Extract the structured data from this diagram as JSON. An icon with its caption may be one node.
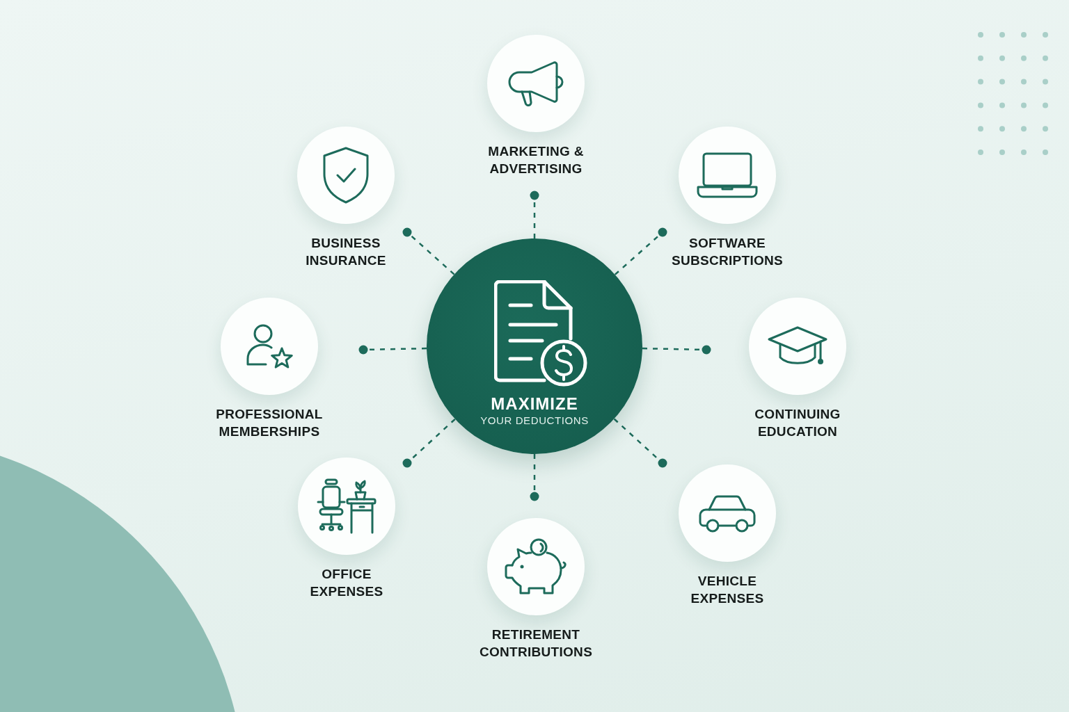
{
  "diagram": {
    "nodes": [
      {
        "text": [
          "MAXIMIZE",
          "YOUR DEDUCTIONS"
        ]
      },
      {
        "text": [
          "MARKETING & ADVERTISING"
        ]
      },
      {
        "text": [
          "SOFTWARE SUBSCRIPTIONS"
        ]
      },
      {
        "text": [
          "CONTINUING EDUCATION"
        ]
      },
      {
        "text": [
          "VEHICLE EXPENSES"
        ]
      },
      {
        "text": [
          "RETIREMENT CONTRIBUTIONS"
        ]
      },
      {
        "text": [
          "OFFICE EXPENSES"
        ]
      },
      {
        "text": [
          "PROFESSIONAL MEMBERSHIPS"
        ]
      },
      {
        "text": [
          "BUSINESS INSURANCE"
        ]
      }
    ],
    "edges": [
      {
        "from": 0,
        "to": 1,
        "arrow": "other",
        "style": "dashed"
      },
      {
        "from": 0,
        "to": 2,
        "arrow": "other",
        "style": "dashed"
      },
      {
        "from": 0,
        "to": 3,
        "arrow": "other",
        "style": "dashed"
      },
      {
        "from": 0,
        "to": 4,
        "arrow": "other",
        "style": "dashed"
      },
      {
        "from": 0,
        "to": 5,
        "arrow": "other",
        "style": "dashed"
      },
      {
        "from": 0,
        "to": 6,
        "arrow": "other",
        "style": "dashed"
      },
      {
        "from": 0,
        "to": 7,
        "arrow": "other",
        "style": "dashed"
      },
      {
        "from": 0,
        "to": 8,
        "arrow": "other",
        "style": "dashed"
      }
    ]
  }
}
